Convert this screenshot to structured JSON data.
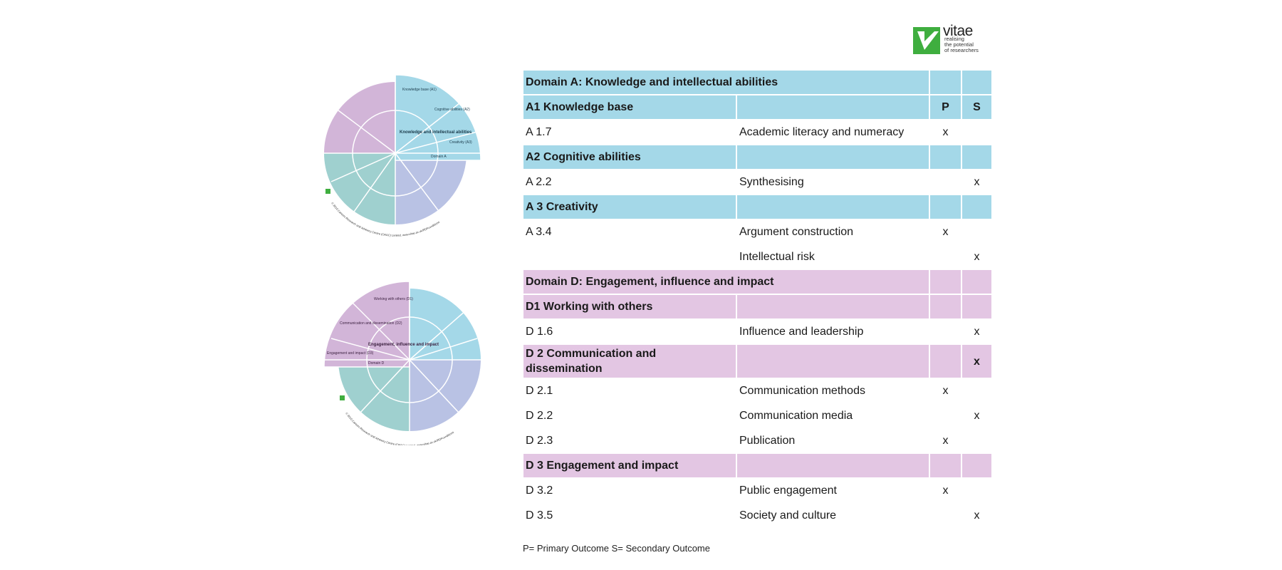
{
  "logo": {
    "wordmark": "vitae",
    "tagline": [
      "realising",
      "the potential",
      "of researchers"
    ],
    "colors": {
      "green": "#3fae3f",
      "white": "#ffffff"
    }
  },
  "wheels": [
    {
      "highlight": "Domain A",
      "center_title": "Knowledge and intellectual abilities",
      "domain_a_segments": [
        "Knowledge base (A1)",
        "Cognitive abilities (A2)",
        "Creativity (A3)"
      ],
      "copyright": "© 2010 Careers Research and Advisory Centre (CRAC) Limited. www.vitae.ac.uk/RDFconditions"
    },
    {
      "highlight": "Domain D",
      "center_title": "Engagement, influence and impact",
      "domain_d_segments": [
        "Working with others (D1)",
        "Communication and dissemination (D2)",
        "Engagement and impact (D3)"
      ],
      "copyright": "© 2010 Careers Research and Advisory Centre (CRAC) Limited. www.vitae.ac.uk/RDFconditions"
    }
  ],
  "colors": {
    "domain_a": "#a4d8e8",
    "domain_b": "#b9c2e4",
    "domain_c": "#9fd0cf",
    "domain_d": "#d2b5d8"
  },
  "table": {
    "rows": [
      {
        "style": "blue",
        "c1": "Domain A: Knowledge and intellectual abilities",
        "c2": "",
        "c3": "",
        "c4": "",
        "merged": true
      },
      {
        "style": "blue",
        "c1": "A1 Knowledge base",
        "c2": "",
        "c3": "P",
        "c4": "S"
      },
      {
        "style": "plain",
        "c1": "A 1.7",
        "c2": "Academic literacy and numeracy",
        "c3": "x",
        "c4": ""
      },
      {
        "style": "blue",
        "c1": "A2 Cognitive abilities",
        "c2": "",
        "c3": "",
        "c4": ""
      },
      {
        "style": "plain",
        "c1": "A 2.2",
        "c2": "Synthesising",
        "c3": "",
        "c4": "x"
      },
      {
        "style": "blue",
        "c1": "A 3 Creativity",
        "c2": "",
        "c3": "",
        "c4": ""
      },
      {
        "style": "plain",
        "c1": "A 3.4",
        "c2": "Argument construction",
        "c3": "x",
        "c4": ""
      },
      {
        "style": "plain",
        "c1": "",
        "c2": "Intellectual risk",
        "c3": "",
        "c4": "x"
      },
      {
        "style": "pink",
        "c1": "Domain D: Engagement, influence and impact",
        "c2": "",
        "c3": "",
        "c4": "",
        "merged": true
      },
      {
        "style": "pink",
        "c1": "D1 Working with others",
        "c2": "",
        "c3": "",
        "c4": ""
      },
      {
        "style": "plain",
        "c1": "D 1.6",
        "c2": "Influence and leadership",
        "c3": "",
        "c4": "x"
      },
      {
        "style": "pink",
        "c1": "D 2 Communication and dissemination",
        "c2": "",
        "c3": "",
        "c4": "x",
        "tall": true
      },
      {
        "style": "plain",
        "c1": "D 2.1",
        "c2": "Communication methods",
        "c3": "x",
        "c4": ""
      },
      {
        "style": "plain",
        "c1": "D 2.2",
        "c2": "Communication media",
        "c3": "",
        "c4": "x"
      },
      {
        "style": "plain",
        "c1": "D 2.3",
        "c2": "Publication",
        "c3": "x",
        "c4": ""
      },
      {
        "style": "pink",
        "c1": "D 3 Engagement and impact",
        "c2": "",
        "c3": "",
        "c4": ""
      },
      {
        "style": "plain",
        "c1": "D 3.2",
        "c2": "Public engagement",
        "c3": "x",
        "c4": ""
      },
      {
        "style": "plain",
        "c1": "D 3.5",
        "c2": "Society and culture",
        "c3": "",
        "c4": "x"
      }
    ]
  },
  "footnote": "P= Primary Outcome  S= Secondary Outcome"
}
